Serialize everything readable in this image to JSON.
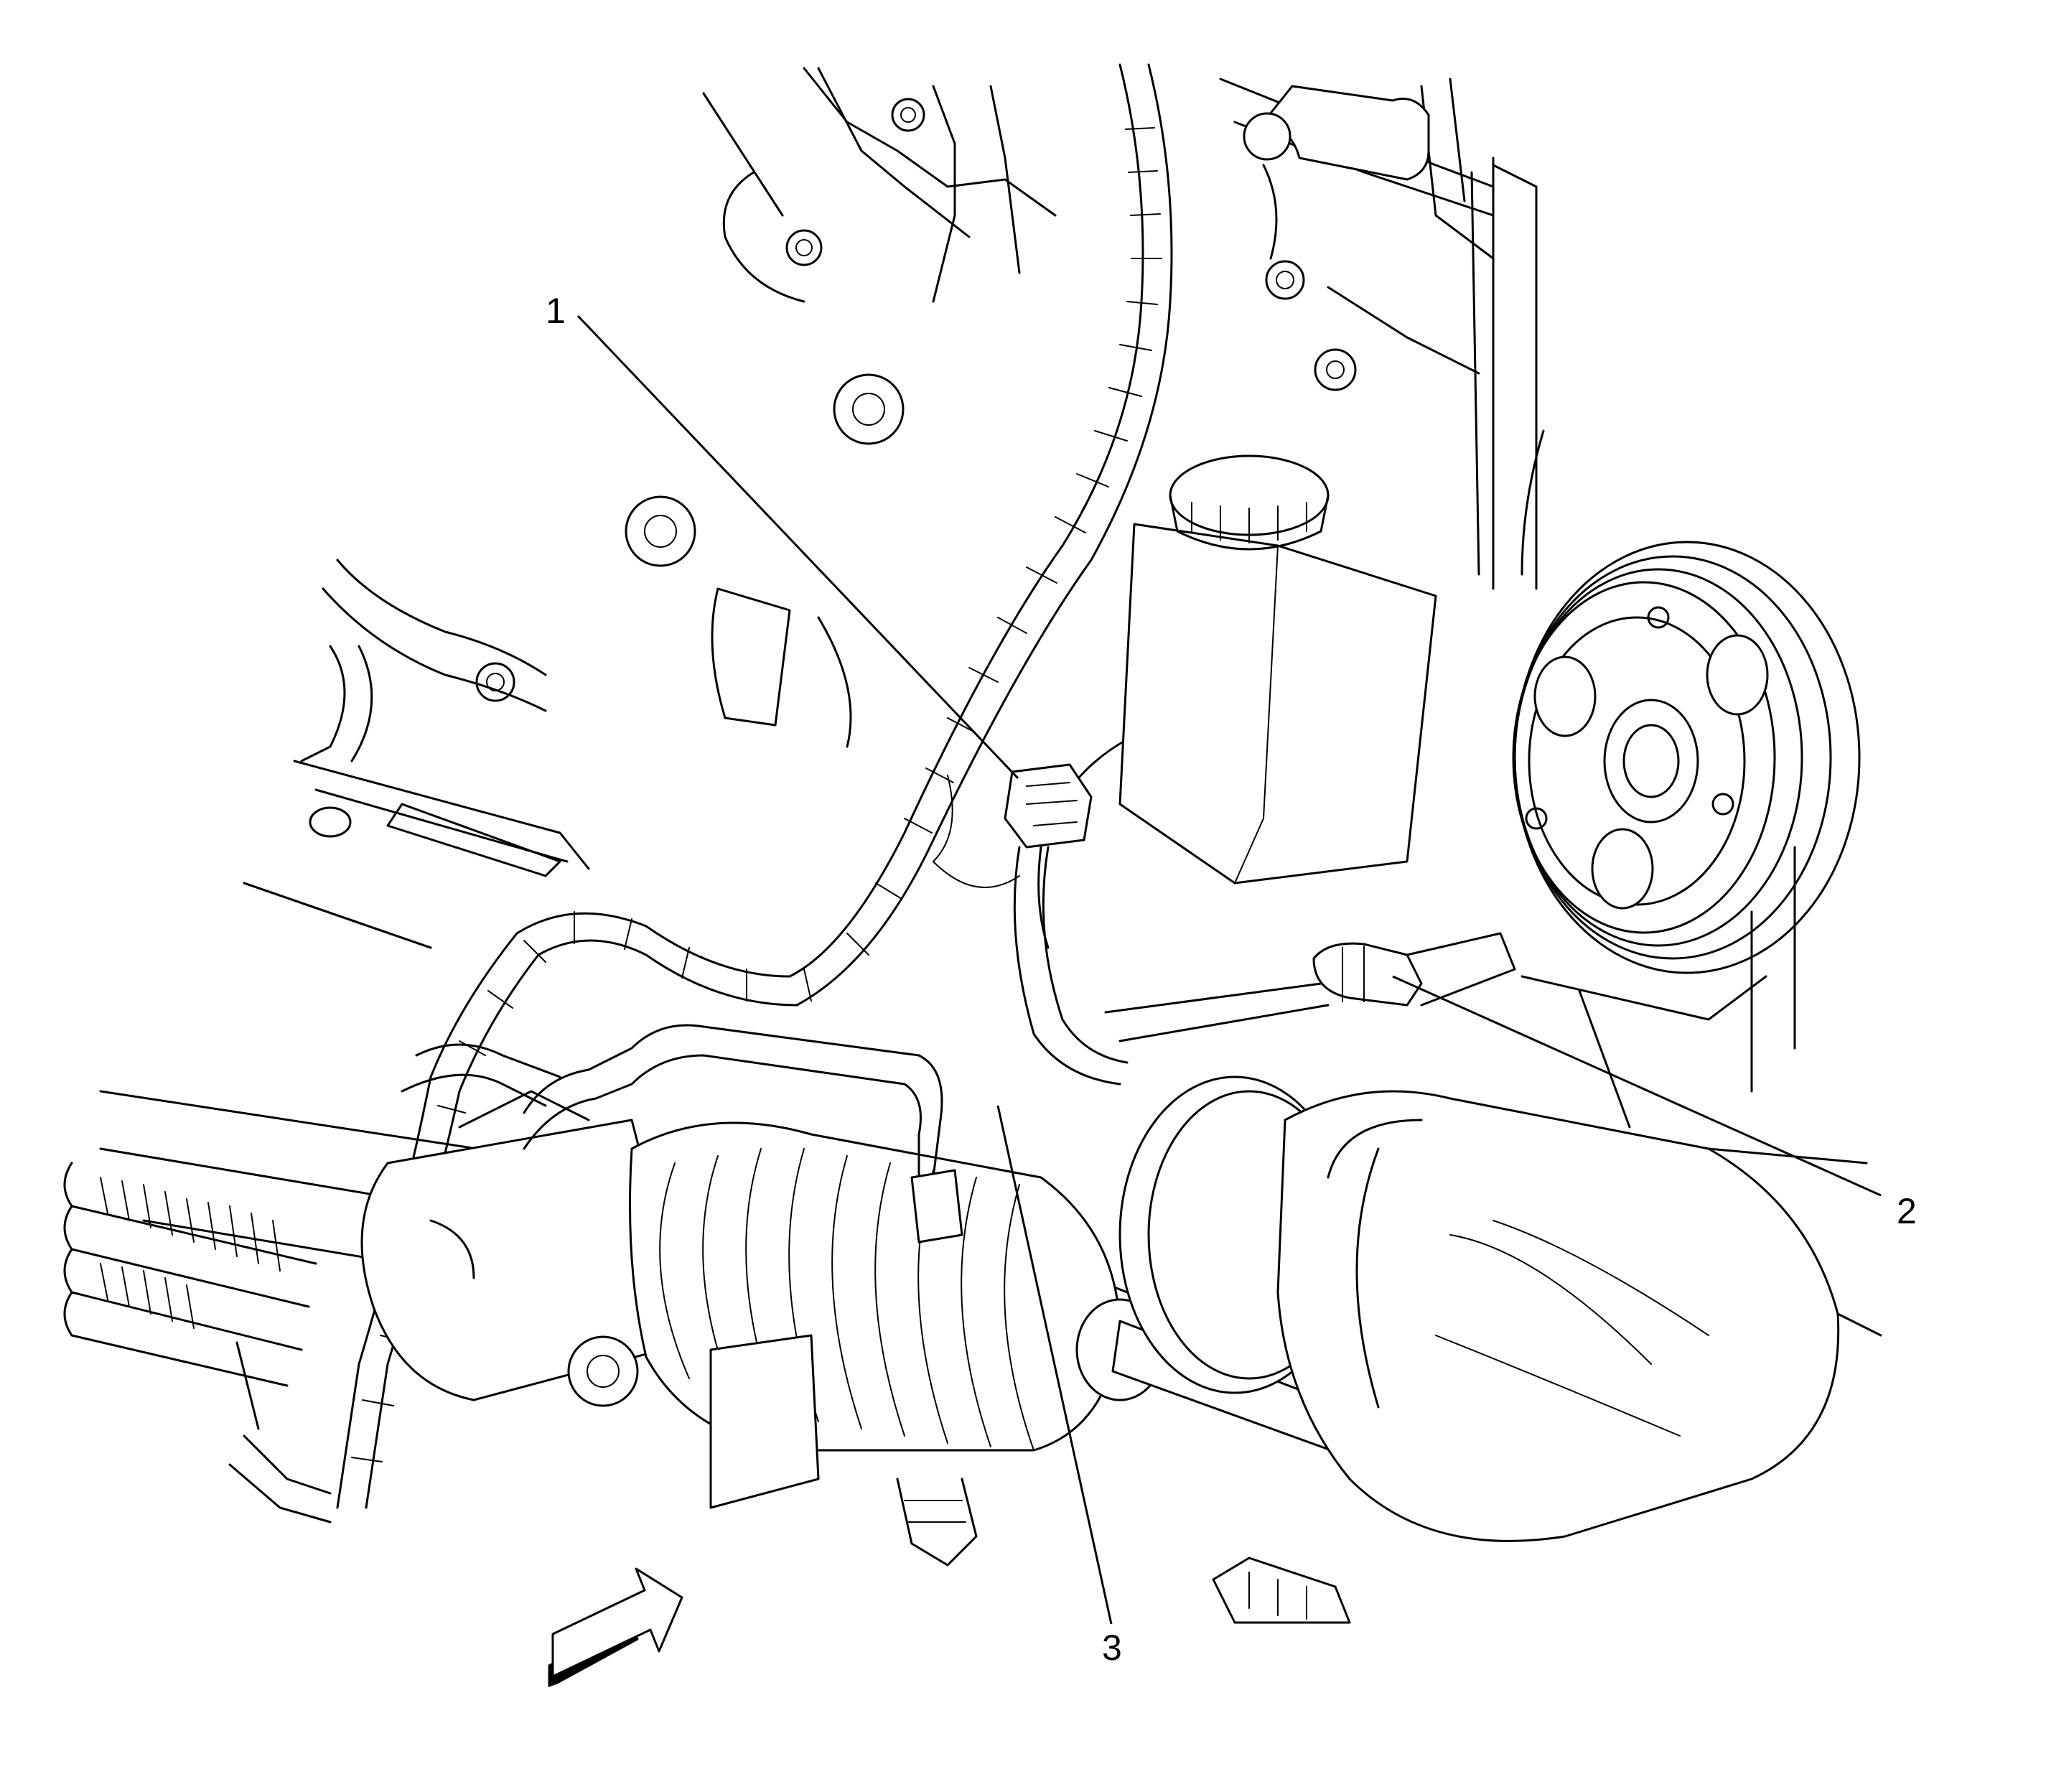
{
  "diagram": {
    "callouts": [
      {
        "id": "1",
        "label": "1"
      },
      {
        "id": "2",
        "label": "2"
      },
      {
        "id": "3",
        "label": "3"
      }
    ],
    "view_arrow": {
      "icon": "view-direction-arrow-icon"
    },
    "colors": {
      "line": "#000000",
      "background": "#ffffff"
    }
  }
}
